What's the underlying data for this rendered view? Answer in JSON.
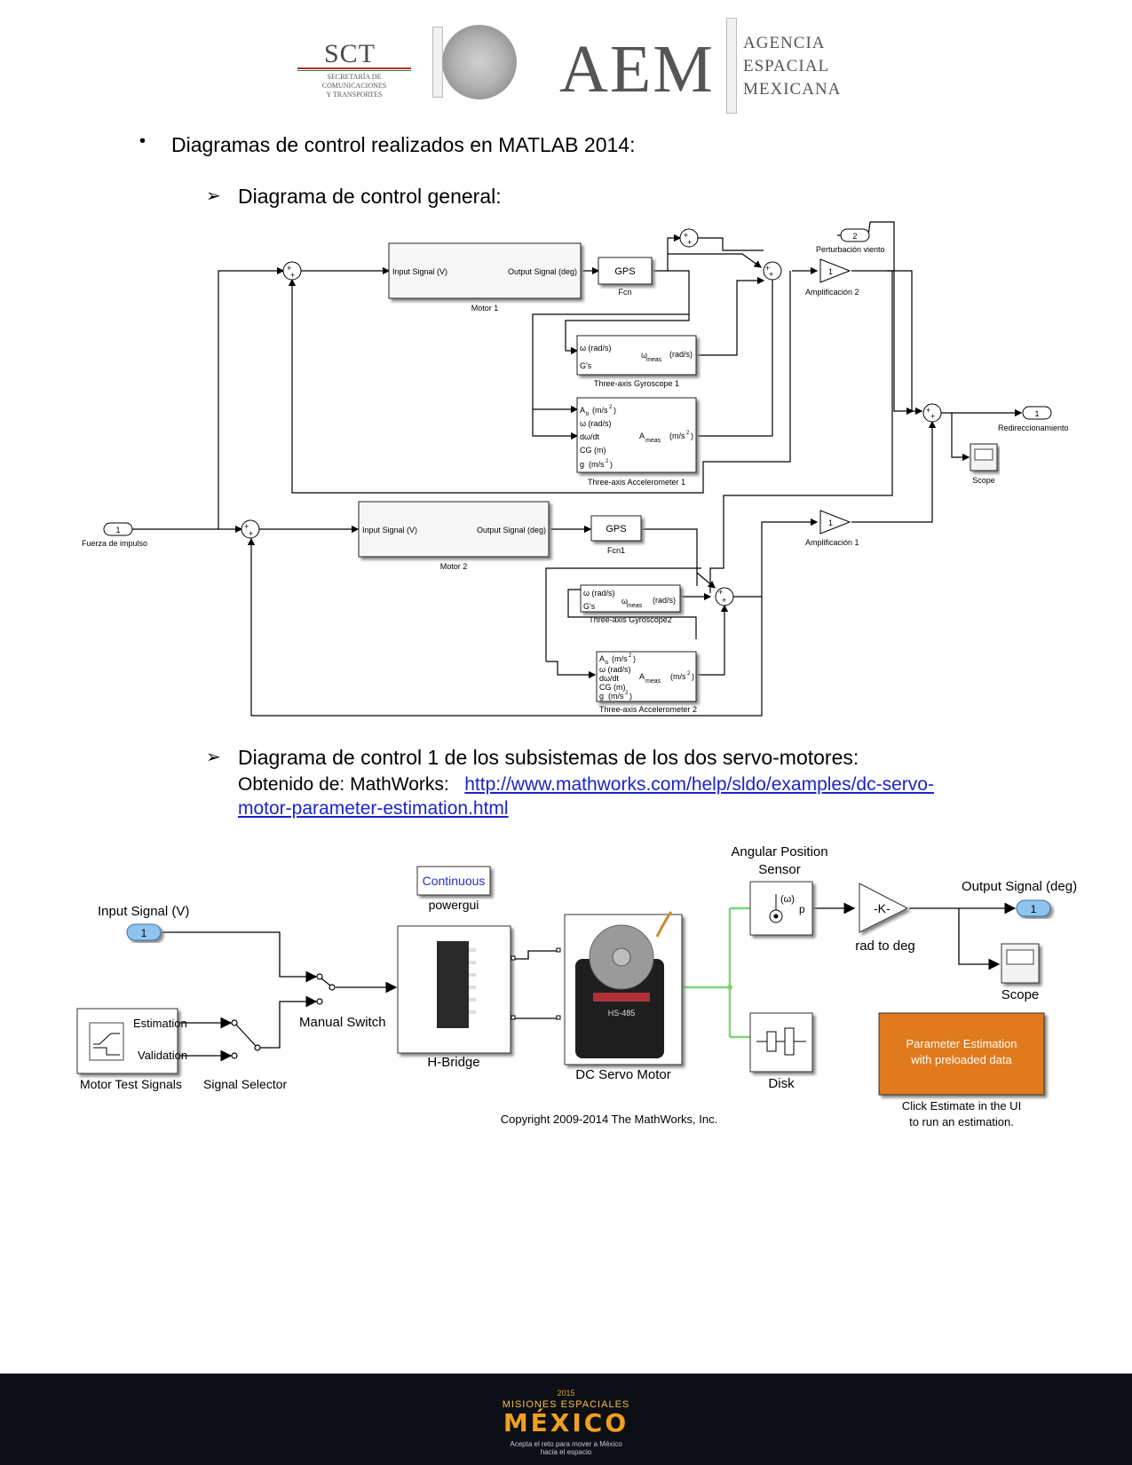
{
  "header": {
    "sct": "SCT",
    "sct_sub": [
      "SECRETARÍA DE",
      "COMUNICACIONES",
      "Y TRANSPORTES"
    ],
    "aem": "AEM",
    "agencia": [
      "AGENCIA",
      "ESPACIAL",
      "MEXICANA"
    ]
  },
  "section": {
    "bullet": "Diagramas de control realizados en MATLAB 2014:",
    "sub1": "Diagrama de control general:",
    "sub2": "Diagrama de control 1 de los subsistemas de los dos servo-motores:",
    "source_prefix": "Obtenido   de:   MathWorks:",
    "source_link": "http://www.mathworks.com/help/sldo/examples/dc-servo-motor-parameter-estimation.html",
    "source_link_part1": "http://www.mathworks.com/help/sldo/examples/dc-servo-",
    "source_link_part2": "motor-parameter-estimation.html"
  },
  "diagram1": {
    "motor1": "Motor 1",
    "motor2": "Motor 2",
    "input_signal": "Input Signal (V)",
    "output_signal": "Output Signal (deg)",
    "gps": "GPS",
    "fcn": "Fcn",
    "fcn1": "Fcn1",
    "perturbacion_num": "2",
    "perturbacion": "Perturbación viento",
    "gain_value": "1",
    "amplificacion2": "Amplificación 2",
    "amplificacion1": "Amplificación 1",
    "gyro1": "Three-axis Gyroscope 1",
    "gyro2": "Three-axis Gyroscope2",
    "accel1": "Three-axis Accelerometer 1",
    "accel2": "Three-axis Accelerometer 2",
    "gyro_in1": "ω (rad/s)",
    "gyro_in2": "G's",
    "gyro_out_a": "ω",
    "gyro_out_b": "meas",
    "gyro_out_c": "(rad/s)",
    "acc_in": [
      "A",
      "ω (rad/s)",
      "dω/dt",
      "CG (m)",
      "g"
    ],
    "acc_in_ab_sub": "b",
    "acc_in_ab_unit": "(m/s",
    "acc_out_a": "A",
    "acc_out_b": "meas",
    "acc_out_c": "(m/s",
    "sq": "2",
    "close_paren": ")",
    "redireccionamiento_num": "1",
    "redireccionamiento": "Redireccionamiento",
    "scope": "Scope",
    "fuerza_num": "1",
    "fuerza": "Fuerza de impulso",
    "plus": "+"
  },
  "diagram2": {
    "input_signal": "Input Signal (V)",
    "input_num": "1",
    "continuous": "Continuous",
    "powergui": "powergui",
    "manual_switch": "Manual Switch",
    "hbridge": "H-Bridge",
    "dc_motor": "DC Servo Motor",
    "angular_sensor": [
      "Angular Position",
      "Sensor"
    ],
    "sensor_omega": "(ω)",
    "sensor_p": "p",
    "gain_k": "-K-",
    "rad_to_deg": "rad to deg",
    "output_signal": "Output Signal (deg)",
    "output_num": "1",
    "scope": "Scope",
    "disk": "Disk",
    "estimation": "Estimation",
    "validation": "Validation",
    "motor_test": "Motor Test Signals",
    "signal_selector": "Signal Selector",
    "param_est": [
      "Parameter Estimation",
      "with preloaded data"
    ],
    "click_estimate": [
      "Click Estimate in the UI",
      "to run an estimation."
    ],
    "copyright": "Copyright 2009-2014 The MathWorks, Inc.",
    "servo_label": "HS-485",
    "param_color": "#e07a1c"
  },
  "footer": {
    "year": "2015",
    "title": "MISIONES ESPACIALES",
    "mexico": "MÉXICO",
    "sub": [
      "Acepta el reto para mover a México",
      "hacia el espacio"
    ]
  }
}
